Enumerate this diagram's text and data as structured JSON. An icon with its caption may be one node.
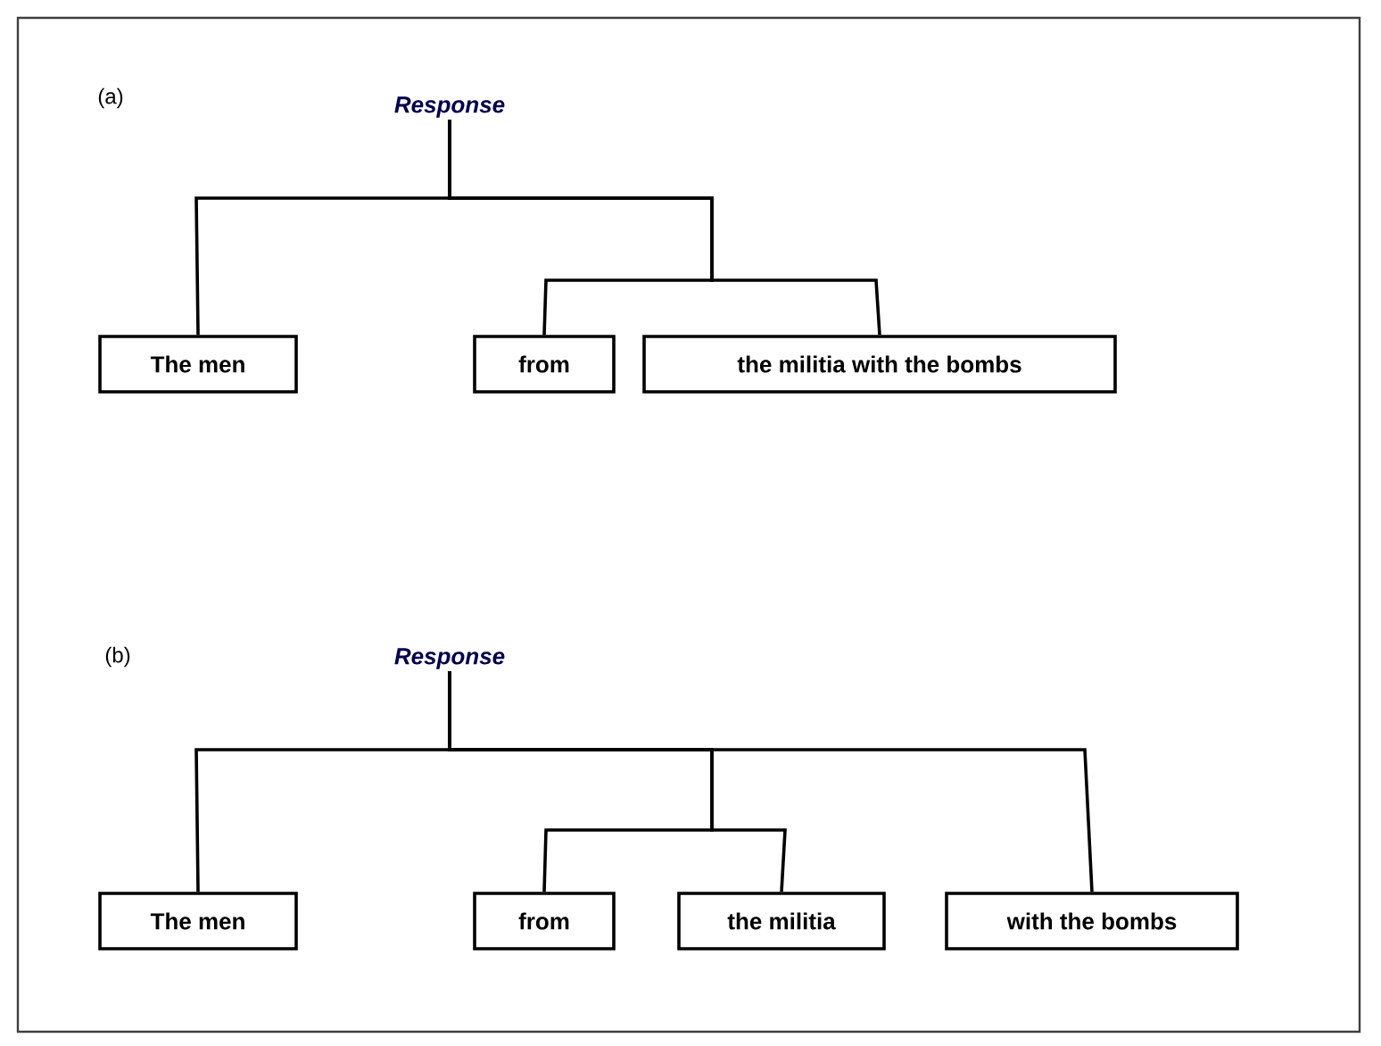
{
  "diagram": {
    "nodes": [
      {
        "text": [
          "*Response*"
        ]
      },
      {
        "text": [
          "The men"
        ]
      },
      {
        "text": [
          "from"
        ]
      },
      {
        "text": [
          "the militia with the bombs"
        ]
      },
      {
        "text": [
          "*Response*"
        ]
      },
      {
        "text": [
          "The men"
        ]
      },
      {
        "text": [
          "from"
        ]
      },
      {
        "text": [
          "the militia"
        ]
      },
      {
        "text": [
          "with the bombs"
        ]
      }
    ],
    "edges": [
      {
        "from": 0,
        "to": 1,
        "arrow": "none"
      },
      {
        "from": 0,
        "to": 2,
        "arrow": "none"
      },
      {
        "from": 0,
        "to": 3,
        "arrow": "none"
      },
      {
        "from": 4,
        "to": 5,
        "arrow": "none"
      },
      {
        "from": 4,
        "to": 6,
        "arrow": "none"
      },
      {
        "from": 4,
        "to": 7,
        "arrow": "none"
      },
      {
        "from": 4,
        "to": 8,
        "arrow": "none"
      }
    ],
    "labels": [
      "(a)",
      "(b)"
    ]
  }
}
